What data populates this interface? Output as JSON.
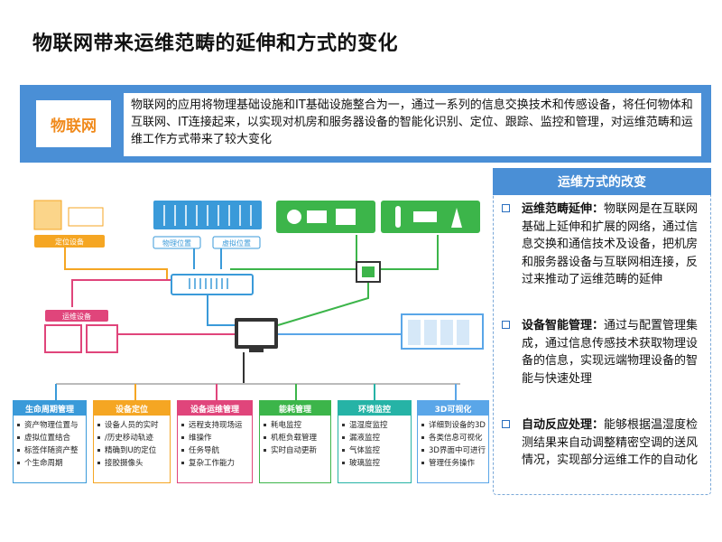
{
  "title": "物联网带来运维范畴的延伸和方式的变化",
  "banner": {
    "badge": "物联网",
    "text": "物联网的应用将物理基础设施和IT基础设施整合为一，通过一系列的信息交换技术和传感设备，将任何物体和互联网、IT连接起来，以实现对机房和服务器设备的智能化识别、定位、跟踪、监控和管理，对运维范畴和运维工作方式带来了较大变化"
  },
  "right_panel": {
    "header": "运维方式的改变",
    "items": [
      {
        "title": "运维范畴延伸：",
        "text": "物联网是在互联网基础上延伸和扩展的网络，通过信息交换和通信技术及设备，把机房和服务器设备与互联网相连接，反过来推动了运维范畴的延伸"
      },
      {
        "title": "设备智能管理：",
        "text": "通过与配置管理集成，通过信息传感技术获取物理设备的信息，实现远端物理设备的智能与快速处理"
      },
      {
        "title": "自动反应处理：",
        "text": "能够根据温湿度检测结果来自动调整精密空调的送风情况，实现部分运维工作的自动化"
      }
    ]
  },
  "diagram": {
    "labels": {
      "locate": "定位设备",
      "physical_pos": "物理位置",
      "virtual_pos": "虚拟位置",
      "ops_device": "运维设备"
    },
    "colors": {
      "orange": "#f5a623",
      "blue": "#3a9ad9",
      "pink": "#e0457b",
      "green": "#3cb54a",
      "teal": "#26b3a6",
      "lightblue": "#5aa6e8"
    },
    "columns": [
      {
        "header": "生命周期管理",
        "color": "#3a9ad9",
        "items": [
          "资产物理位置与",
          "虚拟位置结合",
          "标签伴随资产整",
          "个生命周期"
        ]
      },
      {
        "header": "设备定位",
        "color": "#f5a623",
        "items": [
          "设备人员的实时",
          "/历史移动轨迹",
          "精确到U的定位",
          "接胶摄像头"
        ]
      },
      {
        "header": "设备运维管理",
        "color": "#e0457b",
        "items": [
          "远程支持现场运",
          "维操作",
          "任务导航",
          "复杂工作能力"
        ]
      },
      {
        "header": "能耗管理",
        "color": "#3cb54a",
        "items": [
          "耗电监控",
          "机柜负载管理",
          "实时自动更新"
        ]
      },
      {
        "header": "环境监控",
        "color": "#26b3a6",
        "items": [
          "温湿度监控",
          "漏液监控",
          "气体监控",
          "玻璃监控"
        ]
      },
      {
        "header": "3D可视化",
        "color": "#5aa6e8",
        "items": [
          "详细到设备的3D",
          "各类信息可视化",
          "3D界面中可进行",
          "管理任务操作"
        ]
      }
    ]
  }
}
